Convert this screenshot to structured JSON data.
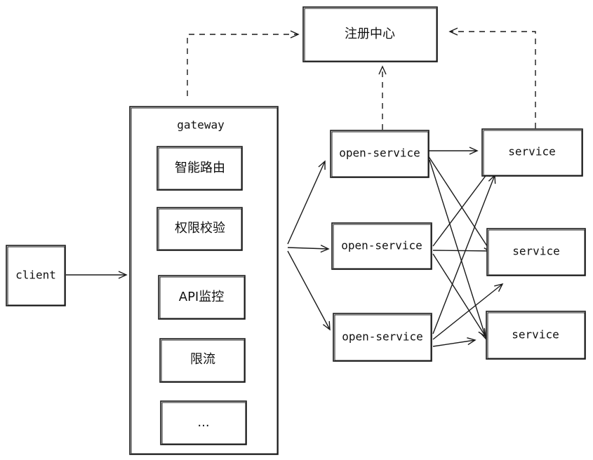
{
  "diagram": {
    "registry": {
      "label": "注册中心"
    },
    "client": {
      "label": "client"
    },
    "gateway": {
      "title": "gateway",
      "features": [
        {
          "label": "智能路由"
        },
        {
          "label": "权限校验"
        },
        {
          "label": "API监控"
        },
        {
          "label": "限流"
        },
        {
          "label": "..."
        }
      ]
    },
    "open_services": [
      {
        "label": "open-service"
      },
      {
        "label": "open-service"
      },
      {
        "label": "open-service"
      }
    ],
    "services": [
      {
        "label": "service"
      },
      {
        "label": "service"
      },
      {
        "label": "service"
      }
    ]
  },
  "colors": {
    "stroke": "#1a1a1a",
    "background": "#ffffff"
  }
}
